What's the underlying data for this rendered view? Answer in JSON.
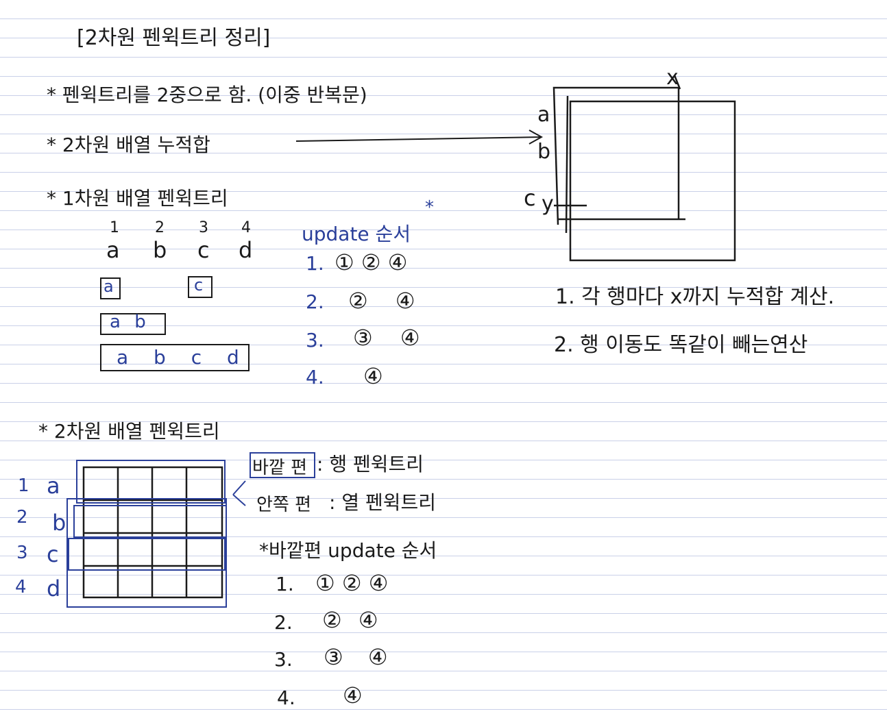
{
  "title": "[2차원 펜윅트리 정리]",
  "bullets": {
    "b1": "* 펜윅트리를 2중으로 함. (이중 반복문)",
    "b2": "* 2차원 배열 누적합",
    "b3": "* 1차원 배열 펜윅트리",
    "b4": "* 2차원 배열 펜윅트리"
  },
  "array1d": {
    "indices": [
      "1",
      "2",
      "3",
      "4"
    ],
    "letters": [
      "a",
      "b",
      "c",
      "d"
    ],
    "box_a": "a",
    "box_c": "c",
    "box_ab": "a b",
    "box_abcd": "a b c d"
  },
  "update1d": {
    "header": "update 순서",
    "star": "*",
    "rows": [
      {
        "n": "1.",
        "v": "① ② ④"
      },
      {
        "n": "2.",
        "v": "② ④"
      },
      {
        "n": "3.",
        "v": "③ ④"
      },
      {
        "n": "4.",
        "v": "④"
      }
    ]
  },
  "prefix2d": {
    "x_label": "x",
    "a": "a",
    "b": "b",
    "c": "c",
    "y": "y",
    "note1": "1. 각 행마다 x까지 누적합 계산.",
    "note2": "2. 행 이동도 똑같이 빼는연산"
  },
  "grid2d": {
    "rows": [
      {
        "i": "1",
        "l": "a"
      },
      {
        "i": "2",
        "l": "b"
      },
      {
        "i": "3",
        "l": "c"
      },
      {
        "i": "4",
        "l": "d"
      }
    ],
    "outer": "바깥 편",
    "outer_desc": ": 행 펜윅트리",
    "inner": "안쪽 편",
    "inner_desc": ": 열 펜윅트리",
    "update_header": "*바깥편 update 순서",
    "updates": [
      {
        "n": "1.",
        "v": "① ② ④"
      },
      {
        "n": "2.",
        "v": "② ④"
      },
      {
        "n": "3.",
        "v": "③ ④"
      },
      {
        "n": "4.",
        "v": "④"
      }
    ]
  }
}
